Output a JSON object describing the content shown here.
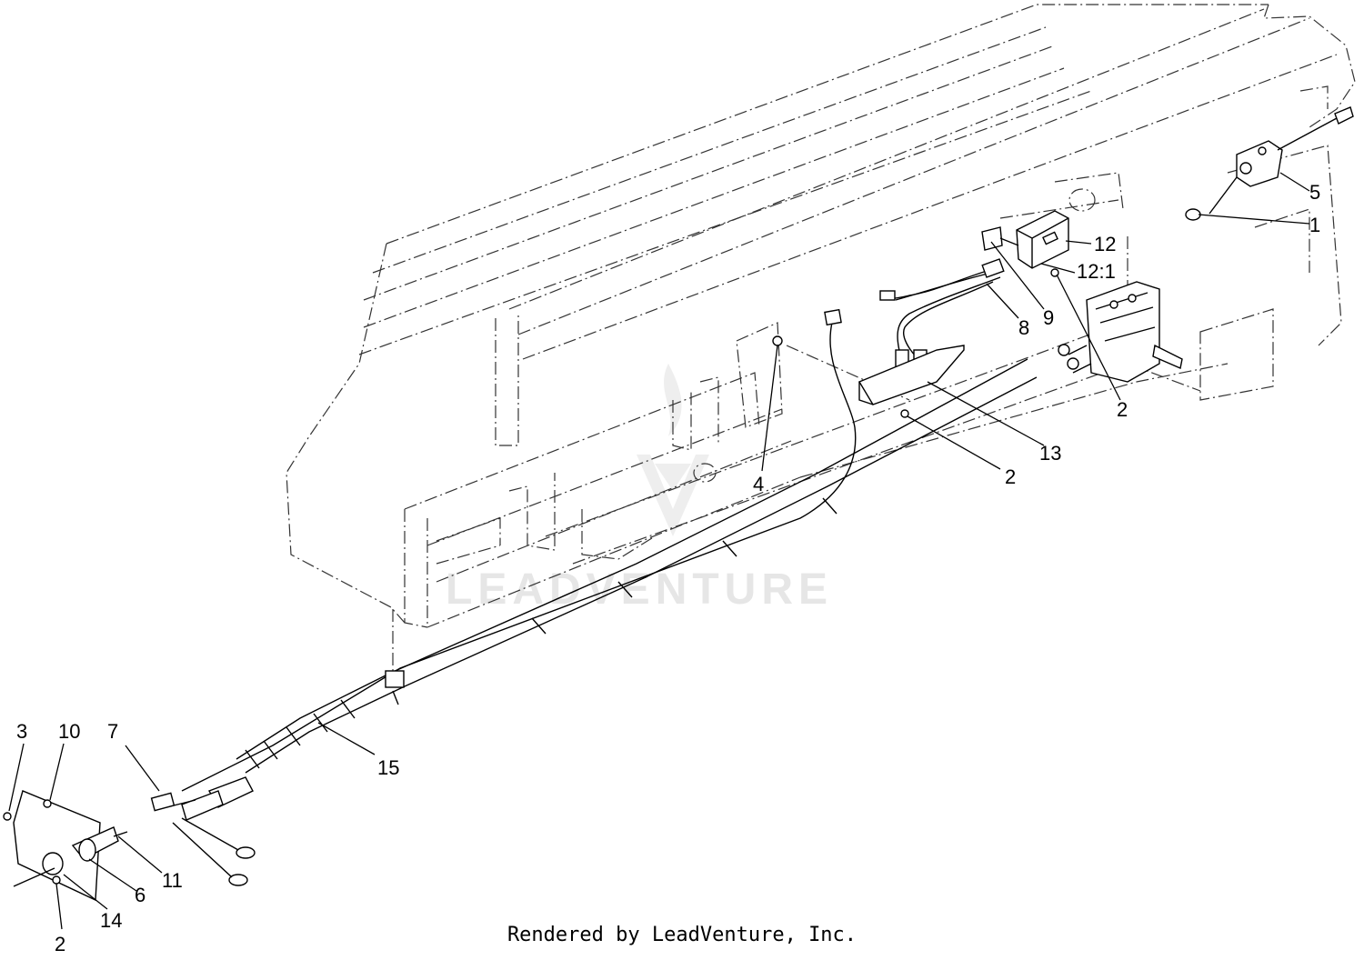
{
  "watermark": {
    "text": "LEADVENTURE"
  },
  "callouts": [
    {
      "id": "c1",
      "label": "1"
    },
    {
      "id": "c2a",
      "label": "2"
    },
    {
      "id": "c2b",
      "label": "2"
    },
    {
      "id": "c2c",
      "label": "2"
    },
    {
      "id": "c3",
      "label": "3"
    },
    {
      "id": "c4",
      "label": "4"
    },
    {
      "id": "c5",
      "label": "5"
    },
    {
      "id": "c6",
      "label": "6"
    },
    {
      "id": "c7",
      "label": "7"
    },
    {
      "id": "c8",
      "label": "8"
    },
    {
      "id": "c9",
      "label": "9"
    },
    {
      "id": "c10",
      "label": "10"
    },
    {
      "id": "c11",
      "label": "11"
    },
    {
      "id": "c12",
      "label": "12"
    },
    {
      "id": "c121",
      "label": "12:1"
    },
    {
      "id": "c13",
      "label": "13"
    },
    {
      "id": "c14",
      "label": "14"
    },
    {
      "id": "c15",
      "label": "15"
    }
  ],
  "footer": {
    "text": "Rendered by LeadVenture, Inc."
  }
}
